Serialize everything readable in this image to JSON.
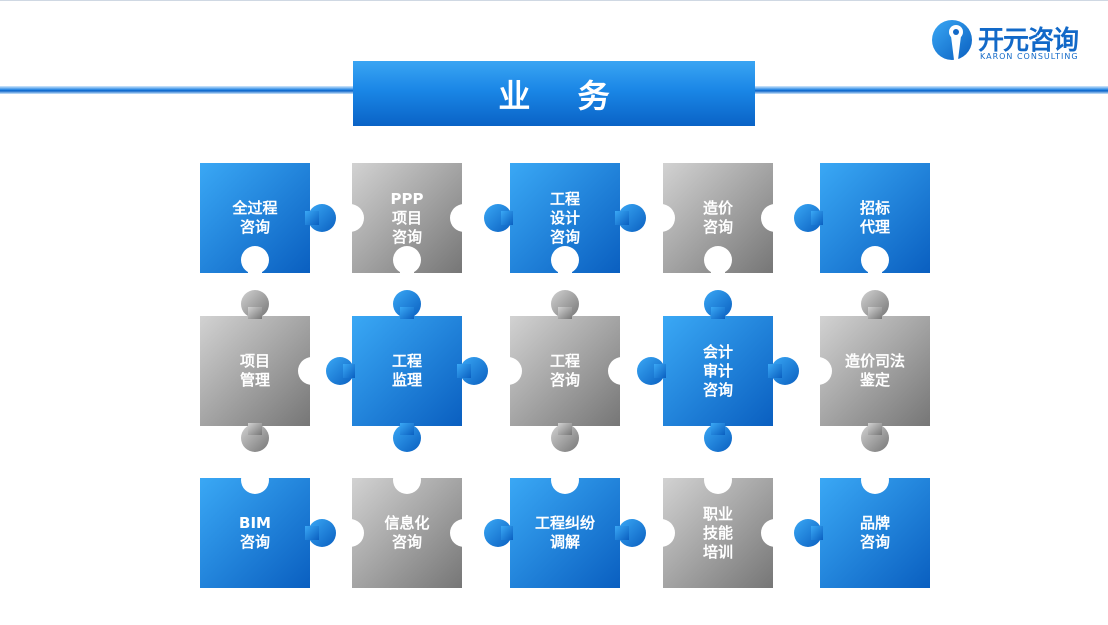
{
  "header": {
    "title": "业 务",
    "logo_main": "开元咨询",
    "logo_sub": "KARON CONSULTING"
  },
  "colors": {
    "blue_light": "#3aa8f5",
    "blue_dark": "#0a5fc0",
    "gray_light": "#c9c9c9",
    "gray_dark": "#7c7c7c"
  },
  "pieces": [
    {
      "label": "全过程\n咨询",
      "color": "blue"
    },
    {
      "label": "PPP\n项目\n咨询",
      "color": "gray"
    },
    {
      "label": "工程\n设计\n咨询",
      "color": "blue"
    },
    {
      "label": "造价\n咨询",
      "color": "gray"
    },
    {
      "label": "招标\n代理",
      "color": "blue"
    },
    {
      "label": "项目\n管理",
      "color": "gray"
    },
    {
      "label": "工程\n监理",
      "color": "blue"
    },
    {
      "label": "工程\n咨询",
      "color": "gray"
    },
    {
      "label": "会计\n审计\n咨询",
      "color": "blue"
    },
    {
      "label": "造价司法\n鉴定",
      "color": "gray"
    },
    {
      "label": "BIM\n咨询",
      "color": "blue"
    },
    {
      "label": "信息化\n咨询",
      "color": "gray"
    },
    {
      "label": "工程纠纷\n调解",
      "color": "blue"
    },
    {
      "label": "职业\n技能\n培训",
      "color": "gray"
    },
    {
      "label": "品牌\n咨询",
      "color": "blue"
    }
  ]
}
